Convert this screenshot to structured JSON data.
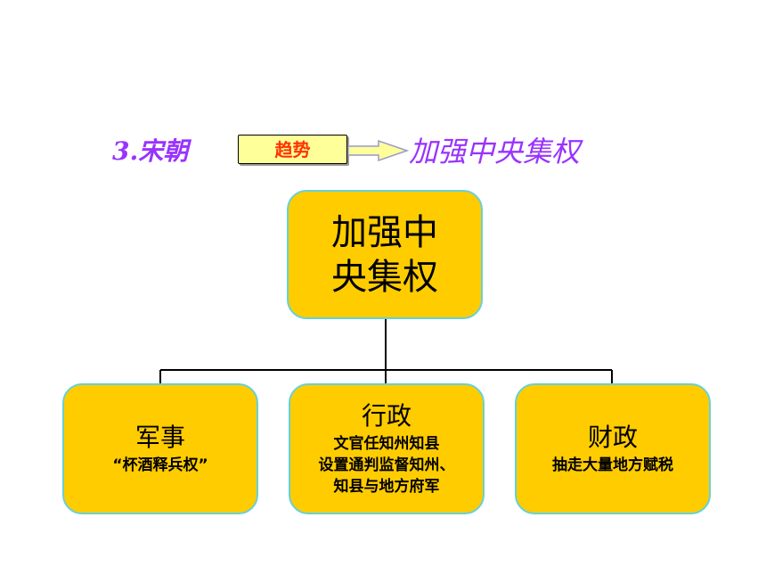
{
  "heading": {
    "left_label": "3.宋朝",
    "trend_label": "趋势",
    "right_label": "加强中央集权"
  },
  "root_node": {
    "title": "加强中\n央集权"
  },
  "branches": [
    {
      "title": "军事",
      "description": "“杯酒释兵权”"
    },
    {
      "title": "行政",
      "description": "文官任知州知县\n设置通判监督知州、\n知县与地方府军"
    },
    {
      "title": "财政",
      "description": "抽走大量地方赋税"
    }
  ],
  "colors": {
    "heading_text": "#9933ff",
    "trend_text": "#ff3300",
    "trend_fill": "#ffff99",
    "arrow_fill": "#ffff99",
    "arrow_stroke": "#9999cc",
    "node_fill": "#ffcc00",
    "node_border": "#66d1d8",
    "connector": "#000000"
  }
}
